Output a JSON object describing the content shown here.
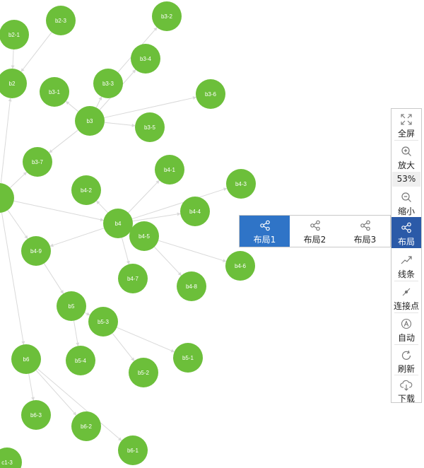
{
  "graph": {
    "node_color": "#6cbf3a",
    "edge_color": "#d9d9d9",
    "nodes": [
      {
        "id": "b2-1",
        "label": "b2-1"
      },
      {
        "id": "b2-3",
        "label": "b2-3"
      },
      {
        "id": "b2",
        "label": "b2"
      },
      {
        "id": "b3-2",
        "label": "b3-2"
      },
      {
        "id": "b3-4",
        "label": "b3-4"
      },
      {
        "id": "b3-1",
        "label": "b3-1"
      },
      {
        "id": "b3-3",
        "label": "b3-3"
      },
      {
        "id": "b3-6",
        "label": "b3-6"
      },
      {
        "id": "b3",
        "label": "b3"
      },
      {
        "id": "b3-5",
        "label": "b3-5"
      },
      {
        "id": "b3-7",
        "label": "b3-7"
      },
      {
        "id": "b4-1",
        "label": "b4-1"
      },
      {
        "id": "b4-3",
        "label": "b4-3"
      },
      {
        "id": "b4-2",
        "label": "b4-2"
      },
      {
        "id": "b4-4",
        "label": "b4-4"
      },
      {
        "id": "b4",
        "label": "b4"
      },
      {
        "id": "b4-5",
        "label": "b4-5"
      },
      {
        "id": "b4-9",
        "label": "b4-9"
      },
      {
        "id": "b4-6",
        "label": "b4-6"
      },
      {
        "id": "b4-7",
        "label": "b4-7"
      },
      {
        "id": "b4-8",
        "label": "b4-8"
      },
      {
        "id": "b5",
        "label": "b5"
      },
      {
        "id": "b5-3",
        "label": "b5-3"
      },
      {
        "id": "b5-1",
        "label": "b5-1"
      },
      {
        "id": "b5-4",
        "label": "b5-4"
      },
      {
        "id": "b6",
        "label": "b6"
      },
      {
        "id": "b5-2",
        "label": "b5-2"
      },
      {
        "id": "b6-3",
        "label": "b6-3"
      },
      {
        "id": "b6-2",
        "label": "b6-2"
      },
      {
        "id": "b6-1",
        "label": "b6-1"
      },
      {
        "id": "c1-3",
        "label": "c1-3"
      },
      {
        "id": "hub",
        "label": ""
      }
    ],
    "edges": [
      [
        "b2-1",
        "b2"
      ],
      [
        "b2-3",
        "b2"
      ],
      [
        "hub",
        "b2"
      ],
      [
        "hub",
        "b3-7"
      ],
      [
        "hub",
        "b4"
      ],
      [
        "hub",
        "b4-9"
      ],
      [
        "hub",
        "b6"
      ],
      [
        "b3",
        "b3-1"
      ],
      [
        "b3",
        "b3-3"
      ],
      [
        "b3",
        "b3-4"
      ],
      [
        "b3-3",
        "b3-2"
      ],
      [
        "b3",
        "b3-6"
      ],
      [
        "b3",
        "b3-5"
      ],
      [
        "b3",
        "b3-7"
      ],
      [
        "b4",
        "b4-1"
      ],
      [
        "b4",
        "b4-2"
      ],
      [
        "b4",
        "b4-3"
      ],
      [
        "b4",
        "b4-4"
      ],
      [
        "b4",
        "b4-5"
      ],
      [
        "b4",
        "b4-9"
      ],
      [
        "b4",
        "b4-7"
      ],
      [
        "b4-5",
        "b4-6"
      ],
      [
        "b4-5",
        "b4-8"
      ],
      [
        "b4-9",
        "b5"
      ],
      [
        "b5",
        "b5-3"
      ],
      [
        "b5",
        "b5-4"
      ],
      [
        "b5-3",
        "b5-1"
      ],
      [
        "b5-3",
        "b5-2"
      ],
      [
        "b6",
        "b6-3"
      ],
      [
        "b6",
        "b6-2"
      ],
      [
        "b6",
        "b6-1"
      ]
    ]
  },
  "toolbar": {
    "fullscreen": "全屏",
    "zoom_in": "放大",
    "zoom_value": "53%",
    "zoom_out": "缩小",
    "layout": "布局",
    "lines": "线条",
    "connect_points": "连接点",
    "auto": "自动",
    "refresh": "刷新",
    "download": "下载",
    "icons": [
      "fullscreen-icon",
      "zoom-in-icon",
      "zoom-out-icon",
      "share-icon",
      "line-chart-icon",
      "connect-points-icon",
      "auto-text-icon",
      "refresh-icon",
      "cloud-download-icon"
    ],
    "active_color": "#2b5aa8"
  },
  "layout_menu": {
    "options": [
      "布局1",
      "布局2",
      "布局3"
    ],
    "active_color": "#2f74c7"
  }
}
